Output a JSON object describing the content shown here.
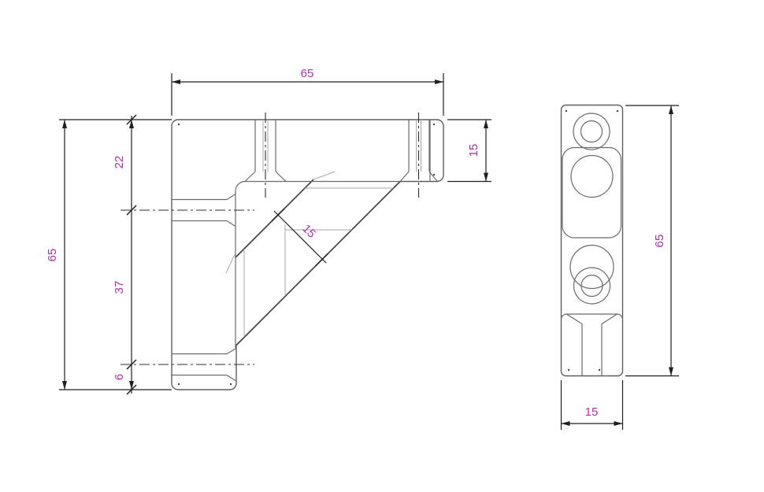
{
  "title": "Corner bracket 65x65 technical drawing, two orthographic views",
  "colors": {
    "background": "#ffffff",
    "dimension_text": "#b02fb0",
    "dimension_line": "#1f1f1f",
    "model_edge": "#5f5f5f",
    "tangent_edge": "#a8a8a8"
  },
  "dims": {
    "front_width": "65",
    "front_height": "65",
    "front_flange_thickness": "15",
    "front_seg_top": "22",
    "front_seg_mid": "37",
    "front_seg_bottom": "6",
    "front_web_thickness": "15",
    "side_height": "65",
    "side_width": "15"
  }
}
